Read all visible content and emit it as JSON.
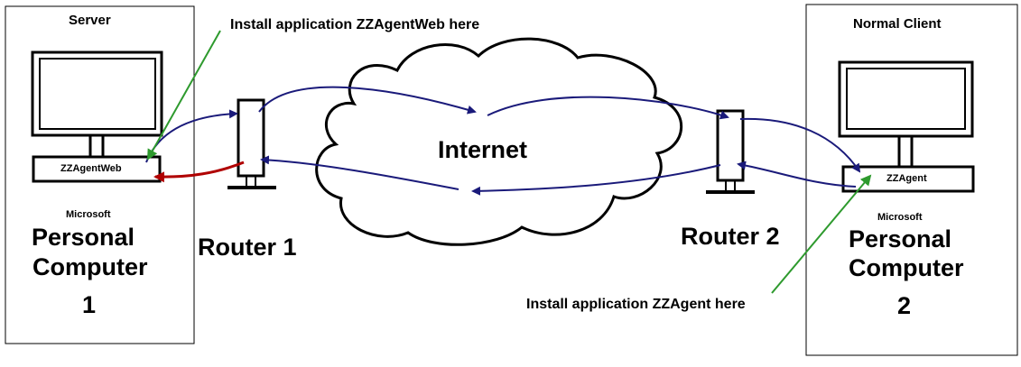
{
  "server": {
    "title": "Server",
    "app_label": "ZZAgentWeb",
    "brand": "Microsoft",
    "name_line1": "Personal",
    "name_line2": "Computer",
    "number": "1"
  },
  "client": {
    "title": "Normal Client",
    "app_label": "ZZAgent",
    "brand": "Microsoft",
    "name_line1": "Personal",
    "name_line2": "Computer",
    "number": "2"
  },
  "router1": {
    "label": "Router 1"
  },
  "router2": {
    "label": "Router 2"
  },
  "internet": {
    "label": "Internet"
  },
  "notes": {
    "server_install": "Install application ZZAgentWeb here",
    "client_install": "Install application ZZAgent here"
  },
  "colors": {
    "forward_path": "#1a1a7a",
    "return_last_hop": "#b00000",
    "install_pointer": "#2e9a2e",
    "outline": "#000000"
  }
}
